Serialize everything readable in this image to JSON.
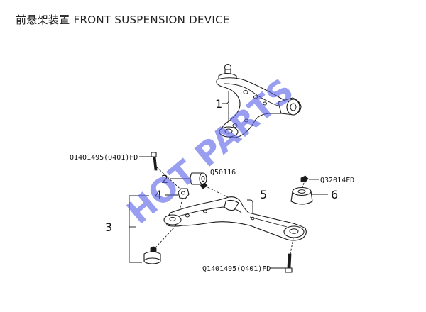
{
  "title": "前悬架装置 FRONT SUSPENSION DEVICE",
  "watermark": "HOT PARTS",
  "callouts": {
    "n1": "1",
    "n2": "2",
    "n3": "3",
    "n4": "4",
    "n5": "5",
    "n6": "6"
  },
  "part_codes": {
    "bolt_top": "Q1401495(Q401)FD",
    "nut_small": "Q50116",
    "nut_right": "Q32014FD",
    "bolt_bottom": "Q1401495(Q401)FD"
  }
}
